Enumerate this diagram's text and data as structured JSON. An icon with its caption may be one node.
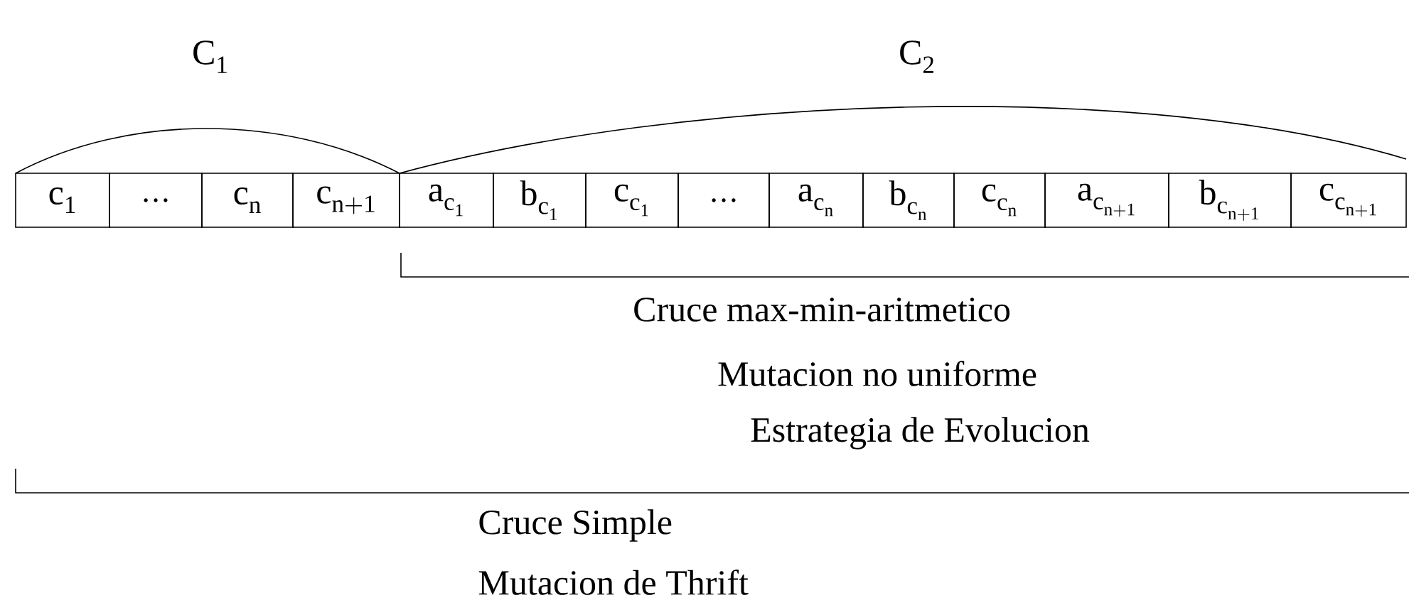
{
  "diagram": {
    "nodes": [
      {
        "text": [
          "c_{1}"
        ]
      },
      {
        "text": [
          "..."
        ]
      },
      {
        "text": [
          "c_{n}"
        ]
      },
      {
        "text": [
          "c_{n+1}"
        ]
      },
      {
        "text": [
          "a_{c_{1}}"
        ]
      },
      {
        "text": [
          "b_{c_{1}}"
        ]
      },
      {
        "text": [
          "c_{c_{1}}"
        ]
      },
      {
        "text": [
          "..."
        ]
      },
      {
        "text": [
          "a_{c_{n}}"
        ]
      },
      {
        "text": [
          "b_{c_{n}}"
        ]
      },
      {
        "text": [
          "c_{c_{n}}"
        ]
      },
      {
        "text": [
          "a_{c_{n+1}}"
        ]
      },
      {
        "text": [
          "b_{c_{n+1}}"
        ]
      },
      {
        "text": [
          "c_{c_{n+1}}"
        ]
      }
    ],
    "edges": [],
    "labels": [
      "C$_{1}$",
      "C$_{2}$",
      "Cruce max-min-aritmetico",
      "Mutacion no uniforme",
      "Estrategia de Evolucion",
      "Cruce Simple",
      "Mutacion de Thrift"
    ]
  }
}
